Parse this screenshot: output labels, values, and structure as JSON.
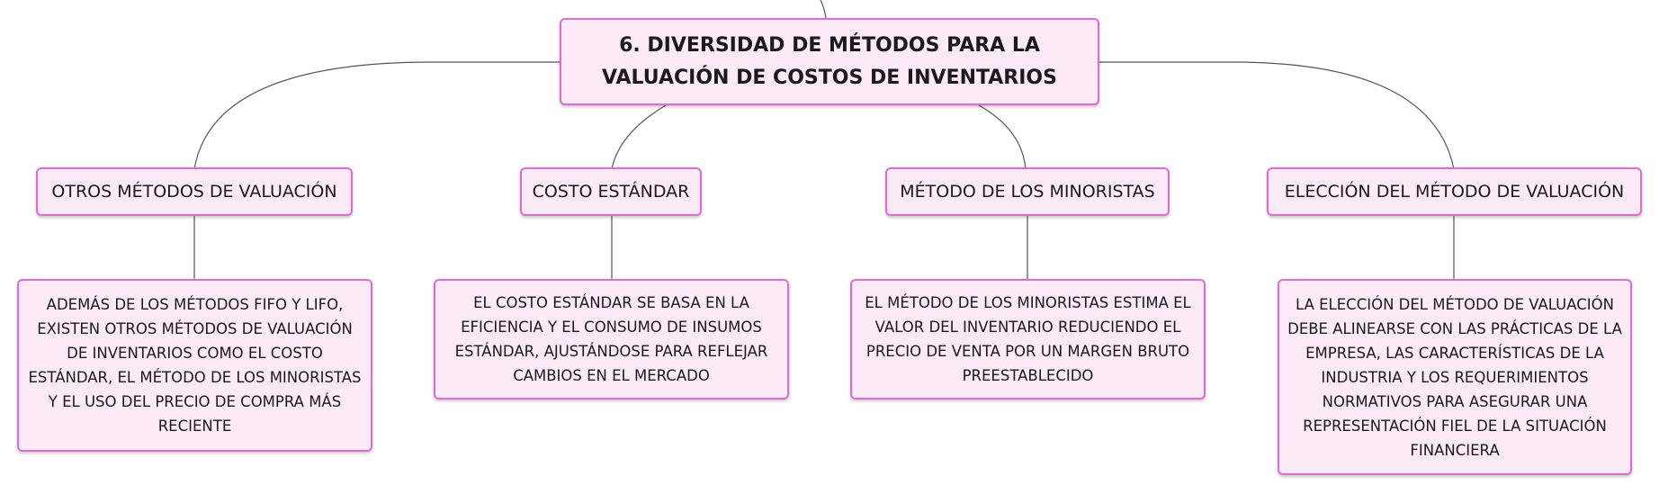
{
  "root": {
    "title": "6. DIVERSIDAD DE MÉTODOS PARA LA VALUACIÓN DE COSTOS DE INVENTARIOS"
  },
  "branches": [
    {
      "label": "OTROS MÉTODOS DE VALUACIÓN",
      "detail": "ADEMÁS DE LOS MÉTODOS FIFO Y LIFO, EXISTEN OTROS MÉTODOS DE VALUACIÓN DE INVENTARIOS COMO EL COSTO ESTÁNDAR, EL MÉTODO DE LOS MINORISTAS Y EL USO DEL PRECIO DE COMPRA MÁS RECIENTE"
    },
    {
      "label": "COSTO ESTÁNDAR",
      "detail": "EL COSTO ESTÁNDAR SE BASA EN LA EFICIENCIA Y EL CONSUMO DE INSUMOS ESTÁNDAR, AJUSTÁNDOSE PARA REFLEJAR CAMBIOS EN EL MERCADO"
    },
    {
      "label": "MÉTODO DE LOS MINORISTAS",
      "detail": "EL MÉTODO DE LOS MINORISTAS ESTIMA EL VALOR DEL INVENTARIO REDUCIENDO EL PRECIO DE VENTA POR UN MARGEN BRUTO PREESTABLECIDO"
    },
    {
      "label": "ELECCIÓN DEL MÉTODO DE VALUACIÓN",
      "detail": "LA ELECCIÓN DEL MÉTODO DE VALUACIÓN DEBE ALINEARSE CON LAS PRÁCTICAS DE LA EMPRESA, LAS CARACTERÍSTICAS DE LA INDUSTRIA Y LOS REQUERIMIENTOS NORMATIVOS PARA ASEGURAR UNA REPRESENTACIÓN FIEL DE LA SITUACIÓN FINANCIERA"
    }
  ],
  "colors": {
    "node_fill": "#fceaf7",
    "node_border": "#e26bd3",
    "link": "#555555"
  }
}
